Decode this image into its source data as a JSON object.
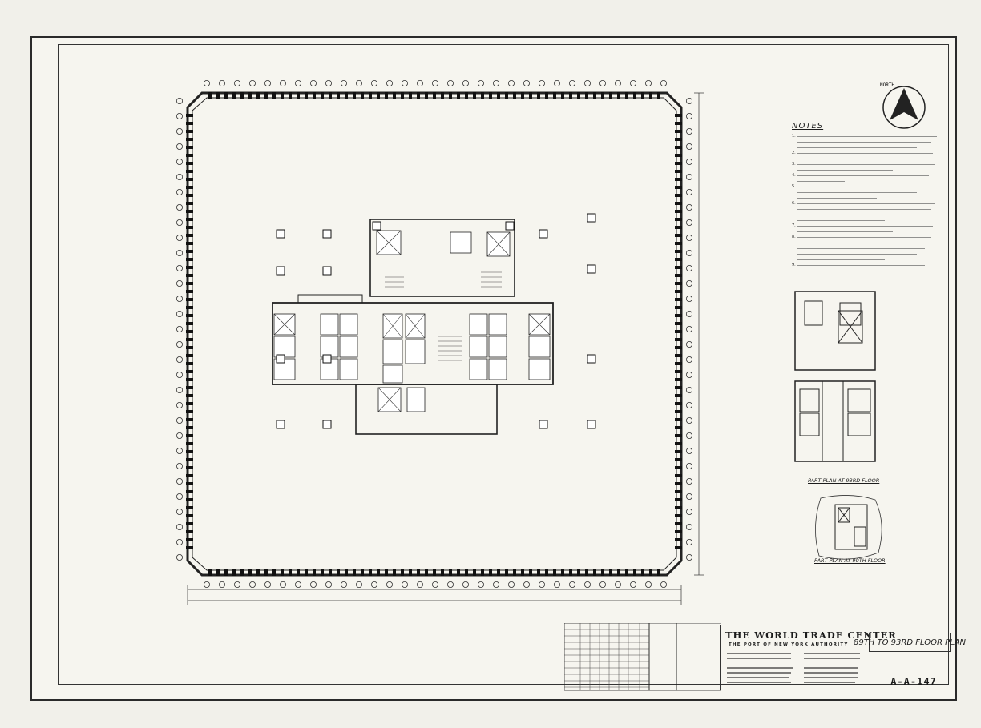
{
  "notes_heading": "NOTES",
  "note_numbers": [
    "1.",
    "2.",
    "3.",
    "4.",
    "5.",
    "6.",
    "7.",
    "8.",
    "9."
  ],
  "part_plan_93": "PART PLAN AT 93RD FLOOR",
  "part_plan_90": "PART PLAN AT 90TH FLOOR",
  "north_label": "NORTH",
  "title_block": {
    "project": "THE WORLD TRADE CENTER",
    "authority": "THE PORT OF NEW YORK AUTHORITY",
    "sheet_title": "89TH TO 93RD FLOOR PLAN",
    "sheet_number": "A-A-147"
  },
  "colors": {
    "ink": "#1b1b1b",
    "paper": "#f6f5ef"
  }
}
